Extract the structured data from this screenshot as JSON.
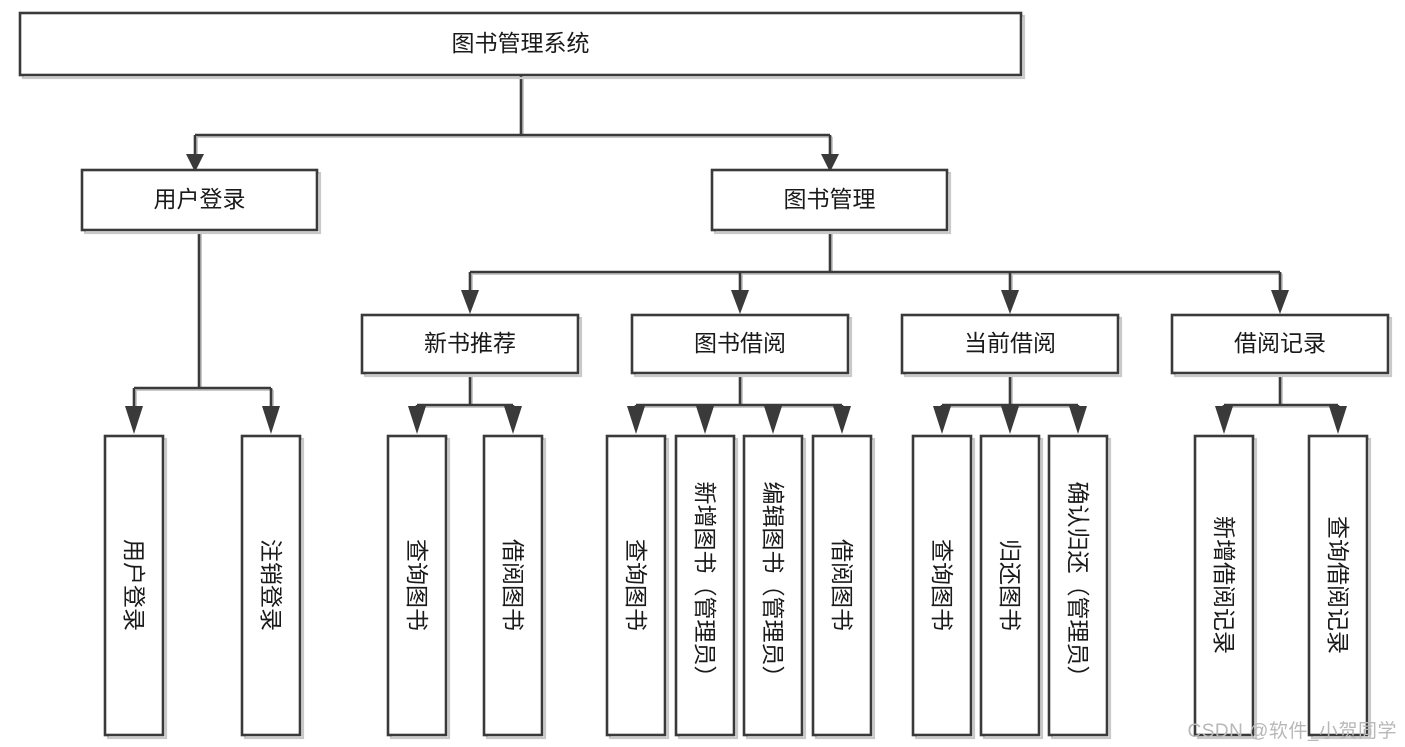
{
  "diagram": {
    "title": "图书管理系统",
    "type": "tree",
    "watermark": "CSDN @软件_小贺同学",
    "colors": {
      "box_stroke": "#3a3a3a",
      "box_fill": "#ffffff",
      "connector": "#3a3a3a",
      "text": "#1a1a1a",
      "watermark": "#b8b8b8",
      "background": "#ffffff"
    },
    "root": {
      "id": "root",
      "label": "图书管理系统"
    },
    "level2": [
      {
        "id": "user-login",
        "label": "用户登录"
      },
      {
        "id": "book-management",
        "label": "图书管理"
      }
    ],
    "level3": [
      {
        "id": "new-book-recommend",
        "label": "新书推荐",
        "parent": "book-management"
      },
      {
        "id": "book-borrow",
        "label": "图书借阅",
        "parent": "book-management"
      },
      {
        "id": "current-borrow",
        "label": "当前借阅",
        "parent": "book-management"
      },
      {
        "id": "borrow-record",
        "label": "借阅记录",
        "parent": "book-management"
      }
    ],
    "leaves": {
      "user-login": [
        {
          "id": "leaf-user-login",
          "label": "用户登录"
        },
        {
          "id": "leaf-user-logout",
          "label": "注销登录"
        }
      ],
      "new-book-recommend": [
        {
          "id": "leaf-query-book-1",
          "label": "查询图书"
        },
        {
          "id": "leaf-borrow-book-1",
          "label": "借阅图书"
        }
      ],
      "book-borrow": [
        {
          "id": "leaf-query-book-2",
          "label": "查询图书"
        },
        {
          "id": "leaf-add-book",
          "label": "新增图书（管理员）"
        },
        {
          "id": "leaf-edit-book",
          "label": "编辑图书（管理员）"
        },
        {
          "id": "leaf-borrow-book-2",
          "label": "借阅图书"
        }
      ],
      "current-borrow": [
        {
          "id": "leaf-query-book-3",
          "label": "查询图书"
        },
        {
          "id": "leaf-return-book",
          "label": "归还图书"
        },
        {
          "id": "leaf-confirm-return",
          "label": "确认归还（管理员）"
        }
      ],
      "borrow-record": [
        {
          "id": "leaf-add-record",
          "label": "新增借阅记录"
        },
        {
          "id": "leaf-query-record",
          "label": "查询借阅记录"
        }
      ]
    }
  }
}
